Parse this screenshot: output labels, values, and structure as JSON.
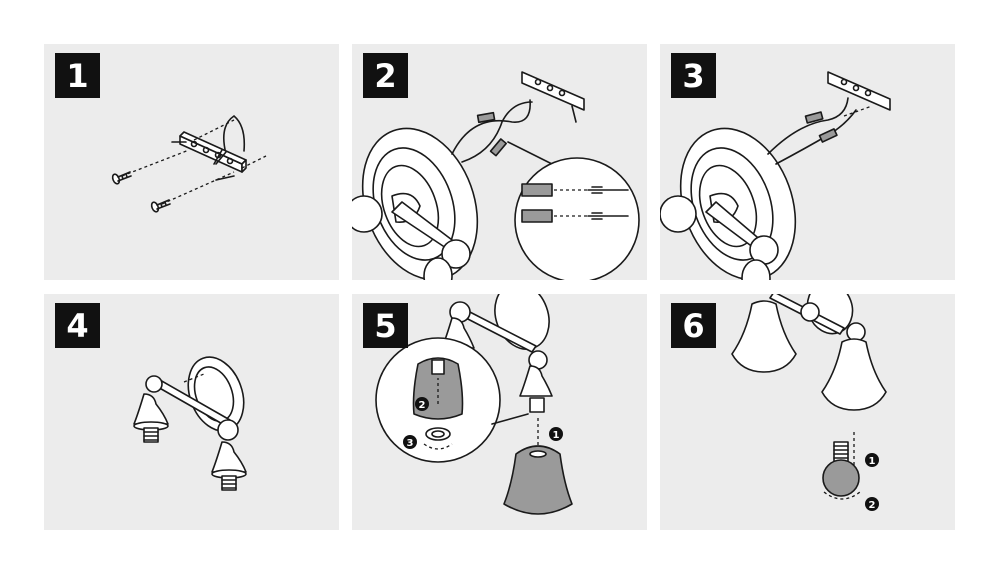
{
  "steps": [
    {
      "number": "1",
      "icon": "mounting-screws-icon"
    },
    {
      "number": "2",
      "icon": "wire-connection-icon"
    },
    {
      "number": "3",
      "icon": "wires-tucked-icon"
    },
    {
      "number": "4",
      "icon": "fixture-mounted-icon"
    },
    {
      "number": "5",
      "icon": "shade-install-icon",
      "sub_steps": [
        "1",
        "2",
        "3"
      ]
    },
    {
      "number": "6",
      "icon": "bulb-install-icon",
      "sub_steps": [
        "1",
        "2"
      ]
    }
  ],
  "colors": {
    "panel_bg": "#ececec",
    "badge_bg": "#111111",
    "shade_gray": "#9a9a9a"
  }
}
